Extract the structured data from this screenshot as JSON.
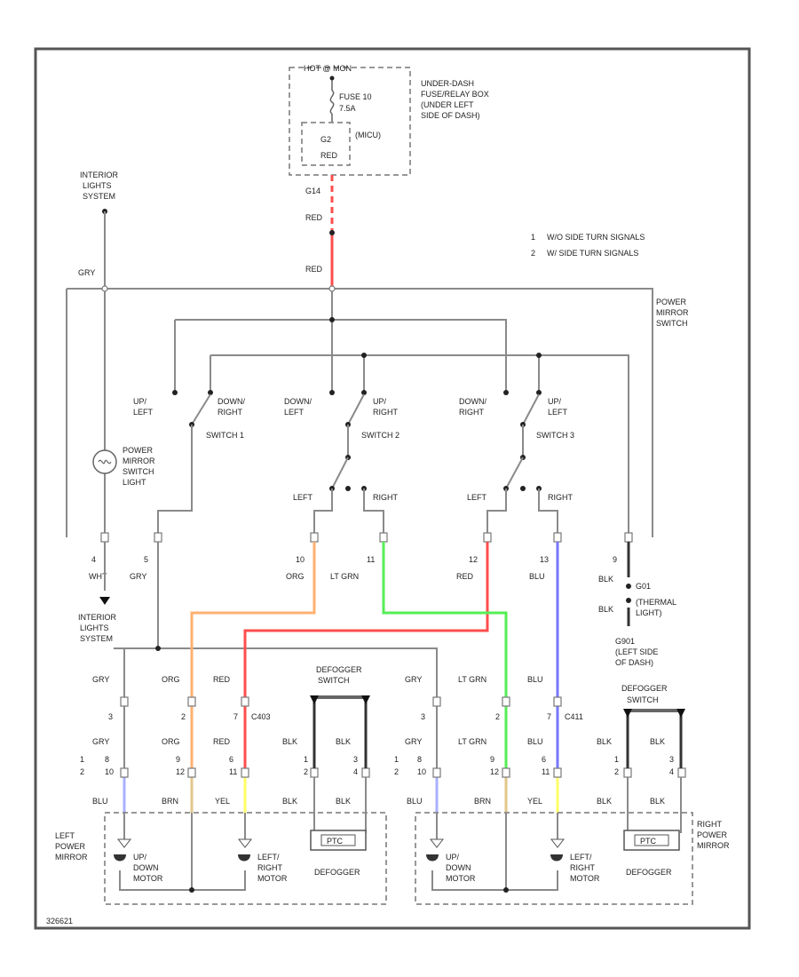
{
  "colors": {
    "red": "#ff4d4d",
    "orange": "#ffb070",
    "lt_grn": "#55ee55",
    "blue": "#7777ff",
    "yellow": "#ffff66",
    "brown": "#e2c68a",
    "light_blue": "#aab0ff"
  },
  "fuse_box": {
    "hot_label": "HOT @ MON",
    "fuse_label": "FUSE 10",
    "fuse_amps": "7.5A",
    "relay_name": "(MICU)",
    "relay_conn": "G2",
    "relay_pin": "RED",
    "location": [
      "UNDER-DASH",
      "FUSE/RELAY BOX",
      "(UNDER LEFT",
      "SIDE OF DASH)"
    ],
    "wire_top": "G14"
  },
  "legend": [
    {
      "num": "1",
      "text": "W/O SIDE TURN SIGNALS"
    },
    {
      "num": "2",
      "text": "W/ SIDE TURN SIGNALS"
    }
  ],
  "interior_top": [
    "INTERIOR",
    "LIGHTS",
    "SYSTEM"
  ],
  "wires": {
    "gry": "GRY",
    "red": "RED",
    "org": "ORG",
    "lt_grn": "LT GRN",
    "blu": "BLU",
    "blk": "BLK",
    "brn": "BRN",
    "yel": "YEL",
    "wht": "WHT"
  },
  "power_mirror_switch": [
    "POWER",
    "MIRROR",
    "SWITCH"
  ],
  "switches": [
    {
      "name": "SWITCH 1",
      "a": [
        "UP/",
        "LEFT"
      ],
      "b": [
        "DOWN/",
        "RIGHT"
      ]
    },
    {
      "name": "SWITCH 2",
      "a": [
        "DOWN/",
        "LEFT"
      ],
      "b": [
        "UP/",
        "RIGHT"
      ]
    },
    {
      "name": "SWITCH 3",
      "a": [
        "DOWN/",
        "RIGHT"
      ],
      "b": [
        "UP/",
        "LEFT"
      ]
    }
  ],
  "left_right": {
    "left": "LEFT",
    "right": "RIGHT"
  },
  "switch_light": [
    "POWER",
    "MIRROR",
    "SWITCH",
    "LIGHT"
  ],
  "pins": {
    "p4": "4",
    "p5": "5",
    "p10": "10",
    "p11": "11",
    "p12": "12",
    "p13": "13",
    "p9": "9",
    "p1": "1",
    "p2": "2",
    "p3": "3",
    "p6": "6",
    "p7": "7",
    "p8": "8"
  },
  "g_connectors": {
    "g01": "G01",
    "g02": "G02",
    "c403": "C403",
    "c411": "C411"
  },
  "thermal_light": [
    "(THERMAL",
    "LIGHT)"
  ],
  "ground_location": [
    "G901",
    "(LEFT SIDE",
    "OF DASH)"
  ],
  "interior_bottom": [
    "INTERIOR",
    "LIGHTS",
    "SYSTEM"
  ],
  "defogger_switch": [
    "DEFOGGER",
    "SWITCH"
  ],
  "defogger": "DEFOGGER",
  "motor_updown": [
    "UP/",
    "DOWN",
    "MOTOR"
  ],
  "motor_leftright": [
    "LEFT/",
    "RIGHT",
    "MOTOR"
  ],
  "left_mirror": [
    "LEFT",
    "POWER",
    "MIRROR"
  ],
  "right_mirror": [
    "RIGHT",
    "POWER",
    "MIRROR"
  ],
  "ptc": "PTC",
  "footer": "326621"
}
